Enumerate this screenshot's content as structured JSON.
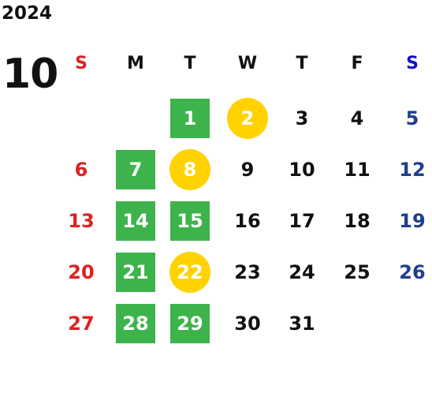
{
  "calendar": {
    "year": "2024",
    "month": "10",
    "weekdays": [
      {
        "label": "S",
        "color": "#e02020"
      },
      {
        "label": "M",
        "color": "#111111"
      },
      {
        "label": "T",
        "color": "#111111"
      },
      {
        "label": "W",
        "color": "#111111"
      },
      {
        "label": "T",
        "color": "#111111"
      },
      {
        "label": "F",
        "color": "#111111"
      },
      {
        "label": "S",
        "color": "#1010d0"
      }
    ],
    "first_weekday_index": 2,
    "days_in_month": 31,
    "sunday_color": "#e02020",
    "saturday_color": "#1f3e8a",
    "weekday_color": "#111111",
    "green_box_days": [
      "1",
      "7",
      "14",
      "15",
      "21",
      "28",
      "29"
    ],
    "yellow_circle_days": [
      "2",
      "8",
      "22"
    ],
    "green_color": "#3cb44b",
    "yellow_color": "#ffd200",
    "marked_text_color": "#ffffff"
  }
}
